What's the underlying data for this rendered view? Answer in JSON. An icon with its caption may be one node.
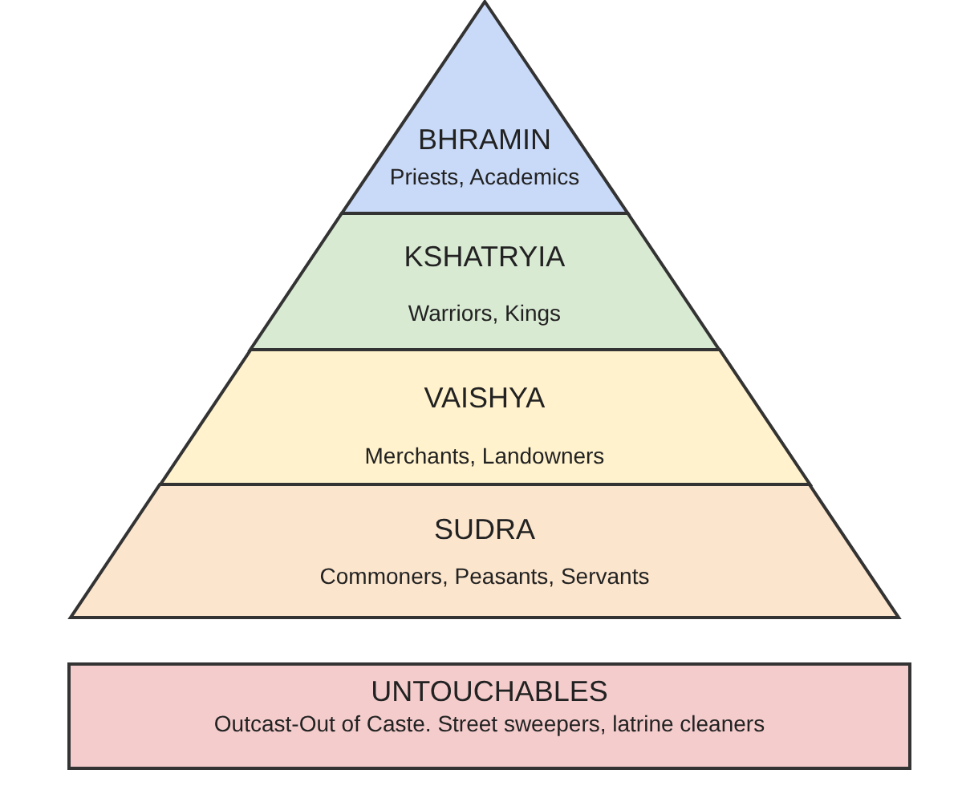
{
  "diagram": {
    "nodes": [
      {
        "text": [
          "BHRAMIN",
          "Priests, Academics"
        ]
      },
      {
        "text": [
          "KSHATRYIA",
          "Warriors, Kings"
        ]
      },
      {
        "text": [
          "VAISHYA",
          "Merchants, Landowners"
        ]
      },
      {
        "text": [
          "SUDRA",
          "Commoners, Peasants, Servants"
        ]
      },
      {
        "text": [
          "UNTOUCHABLES",
          "Outcast-Out of Caste. Street sweepers, latrine cleaners"
        ]
      }
    ],
    "edges": []
  }
}
